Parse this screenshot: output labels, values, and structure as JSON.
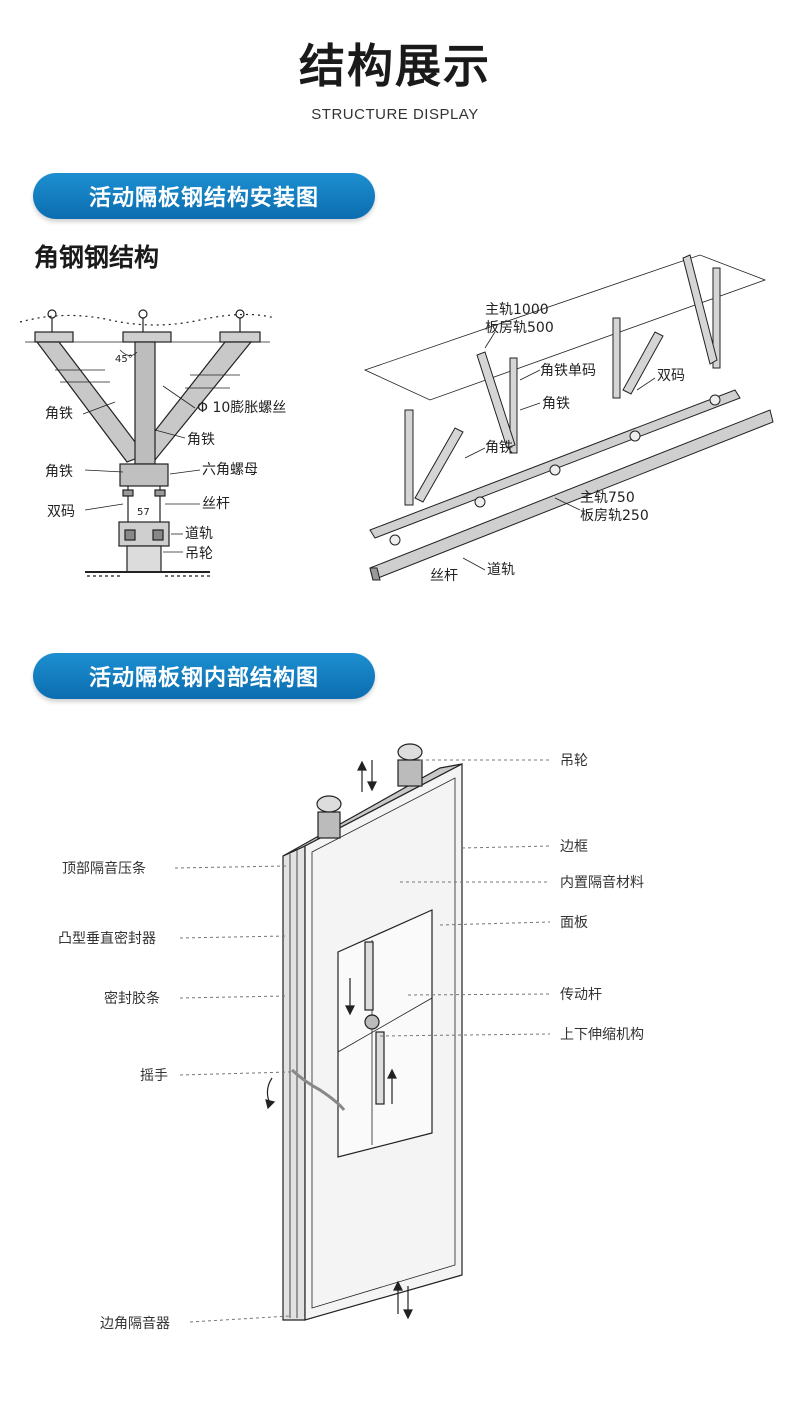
{
  "header": {
    "title": "结构展示",
    "subtitle": "STRUCTURE DISPLAY"
  },
  "section1": {
    "pill": "活动隔板钢结构安装图",
    "heading": "角钢钢结构",
    "left_diagram": {
      "angle": "45°",
      "labels": {
        "angle_iron_1": "角铁",
        "bolt": "Φ 10膨胀螺丝",
        "angle_iron_2": "角铁",
        "angle_iron_3": "角铁",
        "hex_nut": "六角螺母",
        "double_code": "双码",
        "screw_rod": "丝杆",
        "dimension": "57",
        "track": "道轨",
        "hanging_wheel": "吊轮"
      }
    },
    "right_diagram": {
      "labels": {
        "main_rail_1000": "主轨1000",
        "board_rail_500": "板房轨500",
        "single_code": "角铁单码",
        "double_code": "双码",
        "angle_iron_a": "角铁",
        "angle_iron_b": "角铁",
        "main_rail_750": "主轨750",
        "board_rail_250": "板房轨250",
        "screw_rod": "丝杆",
        "track": "道轨"
      }
    }
  },
  "section2": {
    "pill": "活动隔板钢内部结构图",
    "left_labels": {
      "top_strip": "顶部隔音压条",
      "convex_seal": "凸型垂直密封器",
      "rubber_strip": "密封胶条",
      "handle": "摇手",
      "corner_sound": "边角隔音器"
    },
    "right_labels": {
      "hanging_wheel": "吊轮",
      "frame": "边框",
      "inner_material": "内置隔音材料",
      "panel": "面板",
      "drive_rod": "传动杆",
      "telescopic": "上下伸缩机构"
    }
  }
}
